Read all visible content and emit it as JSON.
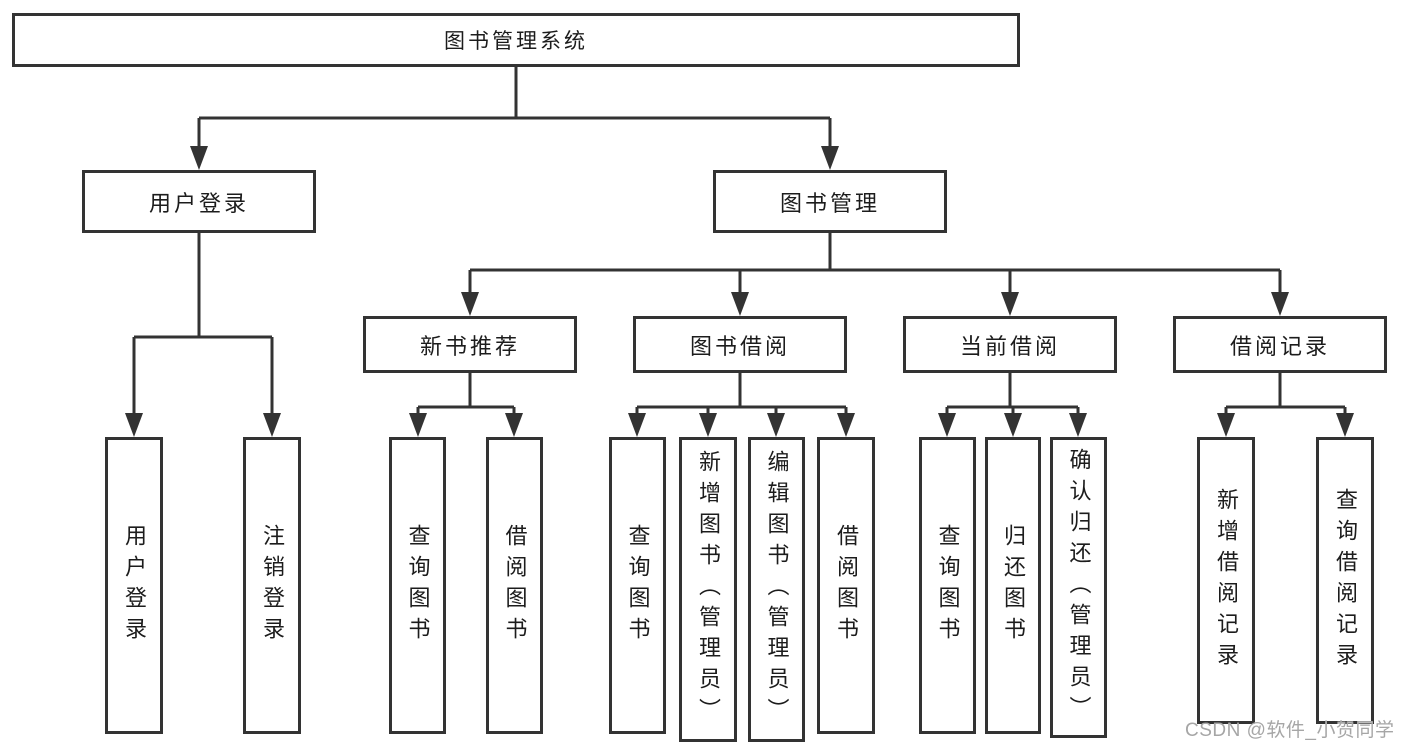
{
  "tree": {
    "root": {
      "label": "图书管理系统"
    },
    "branches": [
      {
        "label": "用户登录",
        "children": [
          {
            "label": "用户登录"
          },
          {
            "label": "注销登录"
          }
        ]
      },
      {
        "label": "图书管理",
        "sections": [
          {
            "label": "新书推荐",
            "children": [
              {
                "label": "查询图书"
              },
              {
                "label": "借阅图书"
              }
            ]
          },
          {
            "label": "图书借阅",
            "children": [
              {
                "label": "查询图书"
              },
              {
                "label": "新增图书（管理员）"
              },
              {
                "label": "编辑图书（管理员）"
              },
              {
                "label": "借阅图书"
              }
            ]
          },
          {
            "label": "当前借阅",
            "children": [
              {
                "label": "查询图书"
              },
              {
                "label": "归还图书"
              },
              {
                "label": "确认归还（管理员）"
              }
            ]
          },
          {
            "label": "借阅记录",
            "children": [
              {
                "label": "新增借阅记录"
              },
              {
                "label": "查询借阅记录"
              }
            ]
          }
        ]
      }
    ]
  },
  "watermark": {
    "text": "CSDN @软件_小贺同学"
  },
  "colors": {
    "line": "#333333",
    "box_fill": "#ffffff",
    "text": "#1c1c1c",
    "watermark": "#a6a6a6"
  }
}
